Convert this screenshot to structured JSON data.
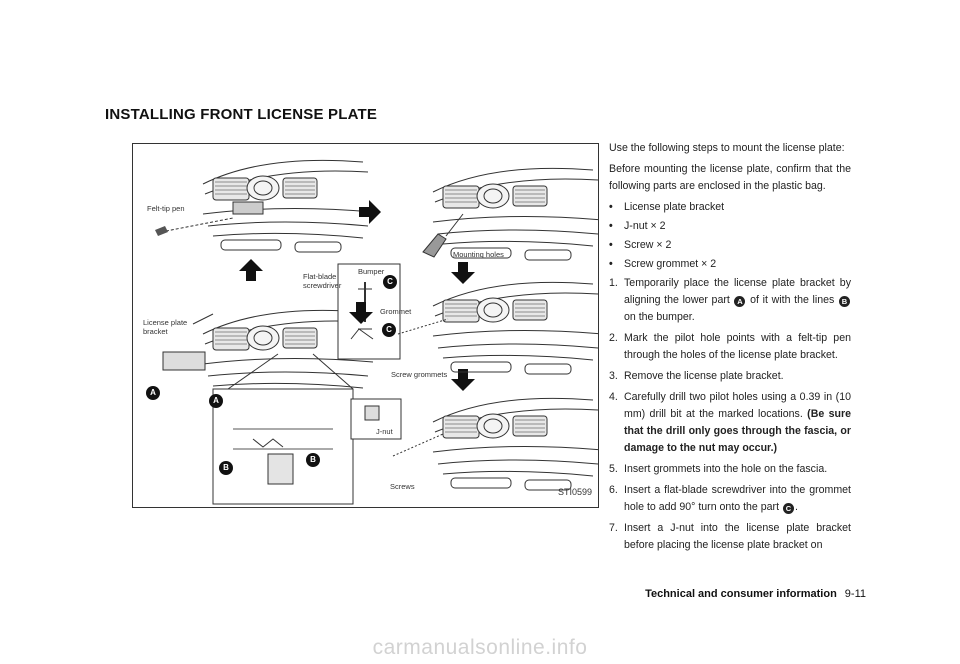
{
  "heading": "INSTALLING FRONT LICENSE PLATE",
  "figure": {
    "code": "STI0599",
    "labels": {
      "felt_tip_pen": "Felt-tip pen",
      "license_plate_bracket": "License plate\nbracket",
      "flat_blade_screwdriver": "Flat-blade\nscrewdriver",
      "bumper": "Bumper",
      "grommet": "Grommet",
      "mounting_holes": "Mounting holes",
      "screw_grommets": "Screw grommets",
      "j_nut": "J-nut",
      "screws": "Screws"
    },
    "callouts": [
      "A",
      "B",
      "C"
    ]
  },
  "intro1": "Use the following steps to mount the license plate:",
  "intro2": "Before mounting the license plate, confirm that the following parts are enclosed in the plastic bag.",
  "bullet_mark": "•",
  "parts": [
    "License plate bracket",
    "J-nut × 2",
    "Screw × 2",
    "Screw grommet × 2"
  ],
  "steps": [
    {
      "num": "1.",
      "t1": "Temporarily place the license plate bracket by aligning the lower part",
      "c1": "A",
      "t2": "of it with the lines",
      "c2": "B",
      "t3": "on the bumper."
    },
    {
      "num": "2.",
      "text": "Mark the pilot hole points with a felt-tip pen through the holes of the license plate bracket."
    },
    {
      "num": "3.",
      "text": "Remove the license plate bracket."
    },
    {
      "num": "4.",
      "t1": "Carefully drill two pilot holes using a 0.39 in (10 mm) drill bit at the marked locations.",
      "bold": "(Be sure that the drill only goes through the fascia, or damage to the nut may occur.)"
    },
    {
      "num": "5.",
      "text": "Insert grommets into the hole on the fascia."
    },
    {
      "num": "6.",
      "t1": "Insert a flat-blade screwdriver into the grommet hole to add 90° turn onto the part",
      "c1": "C",
      "t2": "."
    },
    {
      "num": "7.",
      "text": "Insert a J-nut into the license plate bracket before placing the license plate bracket on"
    }
  ],
  "footer": {
    "section": "Technical and consumer information",
    "page": "9-11"
  },
  "watermark": "carmanualsonline.info"
}
